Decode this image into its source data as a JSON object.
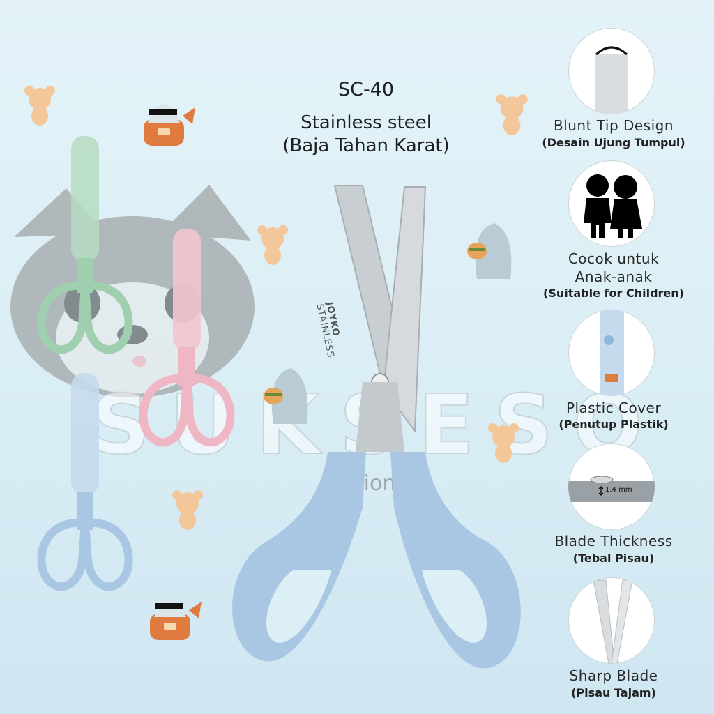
{
  "headline": {
    "model": "SC-40",
    "material_line1": "Stainless steel",
    "material_line2": "(Baja Tahan Karat)"
  },
  "watermark": {
    "brand": "SUKSESO",
    "tagline": "stationery"
  },
  "blade_engraving": {
    "brand": "JOYKO",
    "text": "STAINLESS"
  },
  "features": [
    {
      "title": "Blunt Tip Design",
      "subtitle": "(Desain Ujung Tumpul)",
      "icon": "blunt-tip-icon"
    },
    {
      "title_line1": "Cocok untuk",
      "title_line2": "Anak-anak",
      "subtitle": "(Suitable for Children)",
      "icon": "children-silhouette-icon"
    },
    {
      "title": "Plastic Cover",
      "subtitle": "(Penutup Plastik)",
      "icon": "plastic-cover-icon"
    },
    {
      "title": "Blade Thickness",
      "subtitle": "(Tebal Pisau)",
      "icon": "blade-thickness-icon",
      "measure": "1.4 mm"
    },
    {
      "title": "Sharp Blade",
      "subtitle": "(Pisau Tajam)",
      "icon": "sharp-blade-icon"
    }
  ],
  "colors": {
    "handle_blue": "#a9c7e3",
    "handle_green": "#b6dcc2",
    "handle_pink": "#f2c6cf",
    "blade": "#c9ced2",
    "bear": "#f4c79a"
  }
}
